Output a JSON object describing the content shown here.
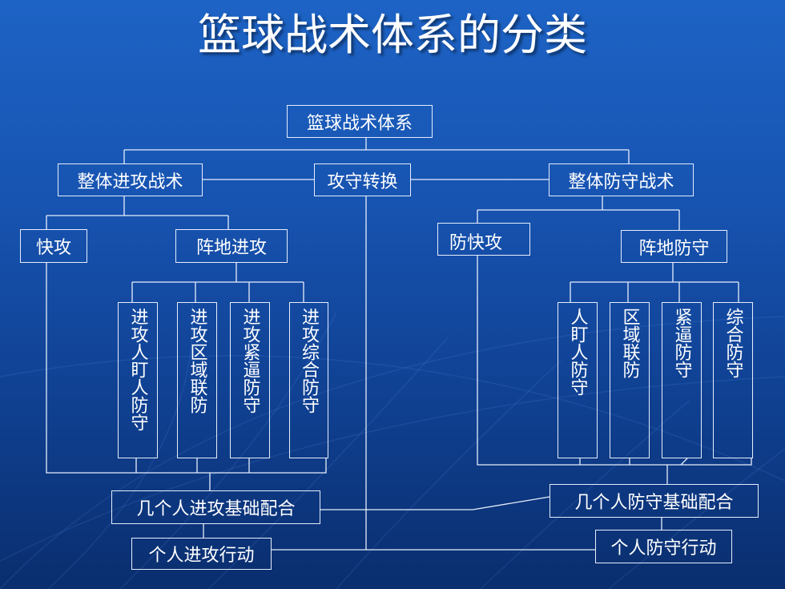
{
  "title": "篮球战术体系的分类",
  "root": "篮球战术体系",
  "offense": "整体进攻战术",
  "transition": "攻守转换",
  "defense": "整体防守战术",
  "fast_break": "快攻",
  "half_court_offense": "阵地进攻",
  "fast_break_defense": "防快攻",
  "half_court_defense": "阵地防守",
  "offense_types": [
    "进攻人盯人防守",
    "进攻区域联防",
    "进攻紧逼防守",
    "进攻综合防守"
  ],
  "defense_types": [
    "人盯人防守",
    "区域联防",
    "紧逼防守",
    "综合防守"
  ],
  "group_offense": "几个人进攻基础配合",
  "group_defense": "几个人防守基础配合",
  "individual_offense": "个人进攻行动",
  "individual_defense": "个人防守行动",
  "colors": {
    "background": "#1753b0",
    "line": "#e6eefc",
    "text": "#ffffff"
  }
}
